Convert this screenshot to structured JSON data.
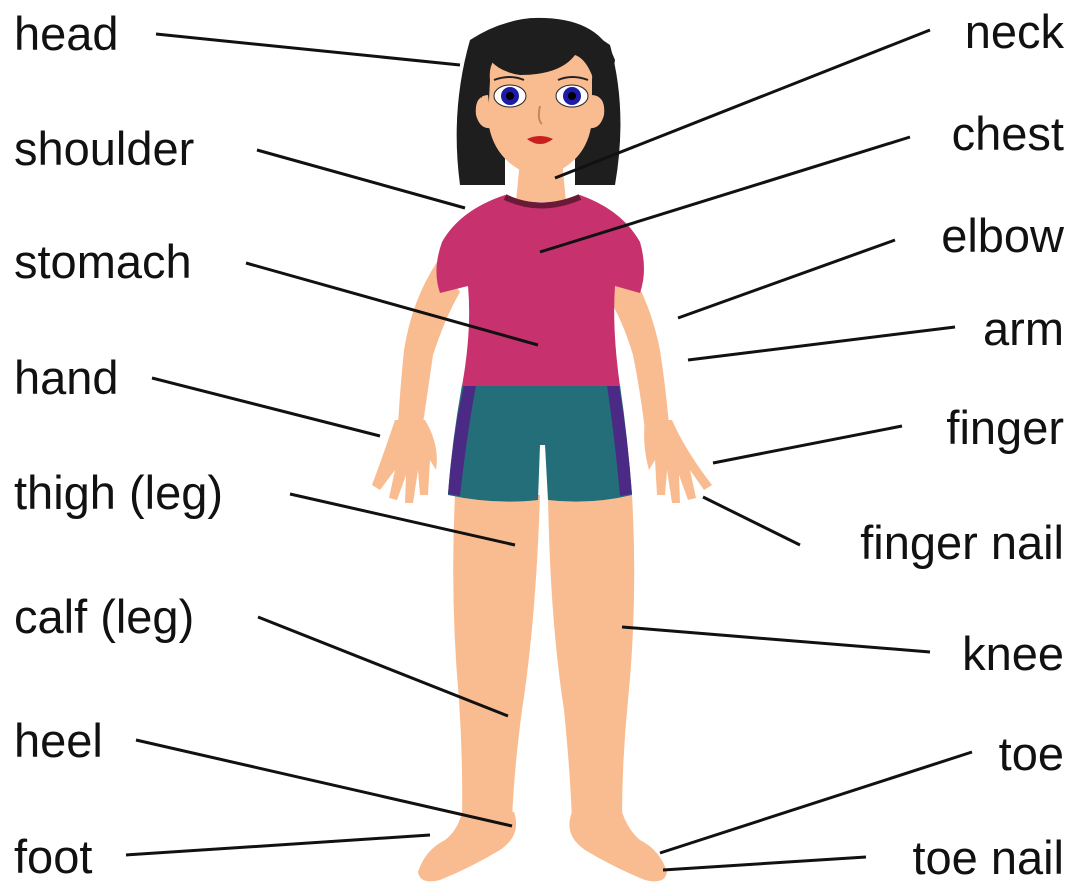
{
  "colors": {
    "skin": "#F9BC90",
    "skin_shade": "#E8A477",
    "hair": "#1E1E1E",
    "shirt": "#C7326E",
    "shirt_trim": "#6A1A36",
    "shorts": "#246E79",
    "shorts_stripe": "#4B2A86",
    "eye": "#1E1BA8",
    "lips": "#C81E1E",
    "line": "#111111",
    "text": "#111111",
    "background": "#FFFFFF"
  },
  "labels": {
    "head": "head",
    "shoulder": "shoulder",
    "stomach": "stomach",
    "hand": "hand",
    "thigh": "thigh (leg)",
    "calf": "calf (leg)",
    "heel": "heel",
    "foot": "foot",
    "neck": "neck",
    "chest": "chest",
    "elbow": "elbow",
    "arm": "arm",
    "finger": "finger",
    "finger_nail": "finger nail",
    "knee": "knee",
    "toe": "toe",
    "toe_nail": "toe nail"
  }
}
